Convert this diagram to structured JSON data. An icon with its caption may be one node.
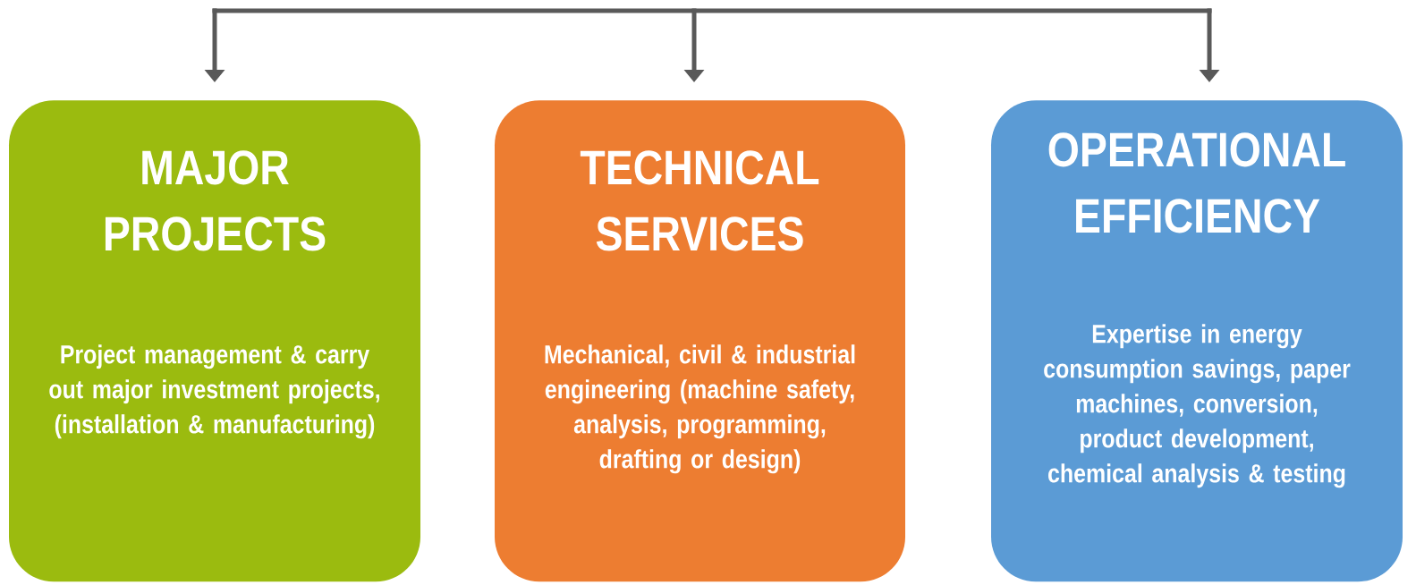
{
  "diagram": {
    "nodes": [
      {
        "text": [
          "MAJOR PROJECTS",
          "Project management & carry out major investment projects, (installation & manufacturing)"
        ]
      },
      {
        "text": [
          "TECHNICAL SERVICES",
          "Mechanical, civil & industrial engineering (machine safety, analysis, programming, drafting or design)"
        ]
      },
      {
        "text": [
          "OPERATIONAL EFFICIENCY",
          "Expertise in energy consumption savings, paper machines, conversion, product development, chemical analysis & testing"
        ]
      }
    ],
    "edges": [
      {
        "from": null,
        "to": 0,
        "arrow": "to"
      },
      {
        "from": null,
        "to": 1,
        "arrow": "to"
      },
      {
        "from": null,
        "to": 2,
        "arrow": "to"
      }
    ]
  }
}
